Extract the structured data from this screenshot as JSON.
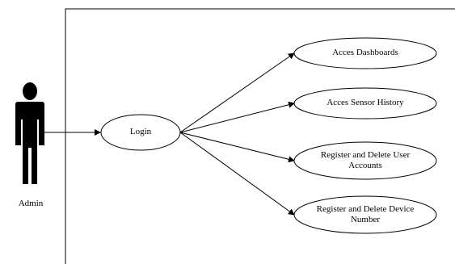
{
  "actor": {
    "label": "Admin",
    "icon": "person-icon"
  },
  "login": {
    "label": "Login"
  },
  "use_cases": [
    {
      "label": "Acces Dashboards"
    },
    {
      "label": "Acces Sensor History"
    },
    {
      "label": "Register and Delete User Accounts"
    },
    {
      "label": "Register and Delete Device Number"
    }
  ],
  "colors": {
    "stroke": "#000000",
    "background": "#ffffff"
  }
}
